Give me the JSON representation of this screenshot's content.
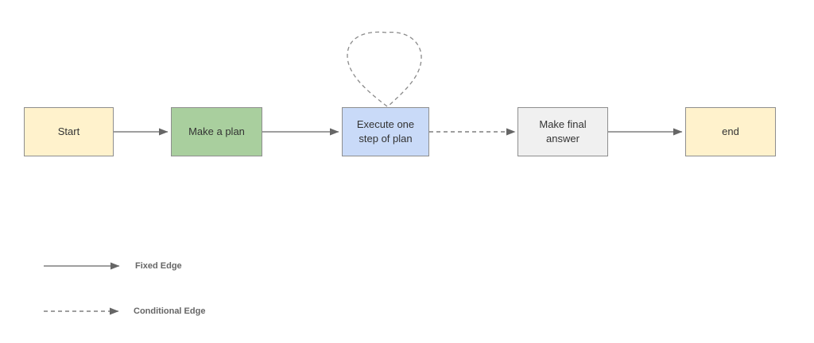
{
  "diagram": {
    "nodes": [
      {
        "id": "start",
        "label": "Start",
        "fill": "#FFF2CC"
      },
      {
        "id": "make-a-plan",
        "label": "Make a plan",
        "fill": "#A9CF9E"
      },
      {
        "id": "execute-one-step",
        "label": "Execute one step of plan",
        "fill": "#C9DAF8"
      },
      {
        "id": "make-final-answer",
        "label": "Make final answer",
        "fill": "#F0F0F0"
      },
      {
        "id": "end",
        "label": "end",
        "fill": "#FFF2CC"
      }
    ],
    "edges": [
      {
        "from": "start",
        "to": "make-a-plan",
        "type": "fixed"
      },
      {
        "from": "make-a-plan",
        "to": "execute-one-step",
        "type": "fixed"
      },
      {
        "from": "execute-one-step",
        "to": "execute-one-step",
        "type": "conditional"
      },
      {
        "from": "execute-one-step",
        "to": "make-final-answer",
        "type": "conditional"
      },
      {
        "from": "make-final-answer",
        "to": "end",
        "type": "fixed"
      }
    ],
    "colors": {
      "background": "#FFFFFF",
      "node_border": "#8E8E8E",
      "node_text": "#333333",
      "edge": "#666666",
      "legend_text": "#666666"
    }
  },
  "legend": {
    "items": [
      {
        "style": "solid",
        "label": "Fixed Edge"
      },
      {
        "style": "dashed",
        "label": "Conditional Edge"
      }
    ]
  }
}
